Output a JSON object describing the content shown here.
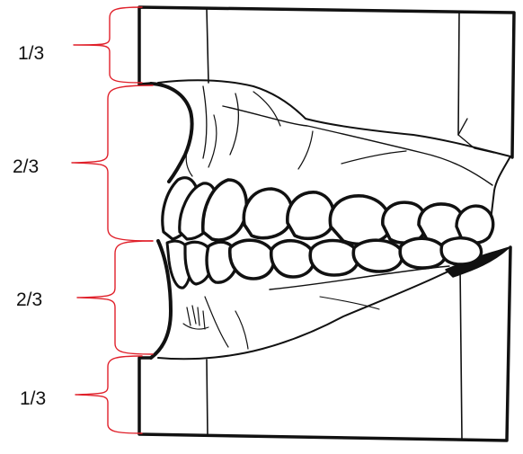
{
  "diagram": {
    "proportion_labels": [
      "1/3",
      "2/3",
      "2/3",
      "1/3"
    ],
    "colors": {
      "bracket": "#e0202a",
      "line_art": "#111111",
      "background": "#ffffff"
    }
  }
}
